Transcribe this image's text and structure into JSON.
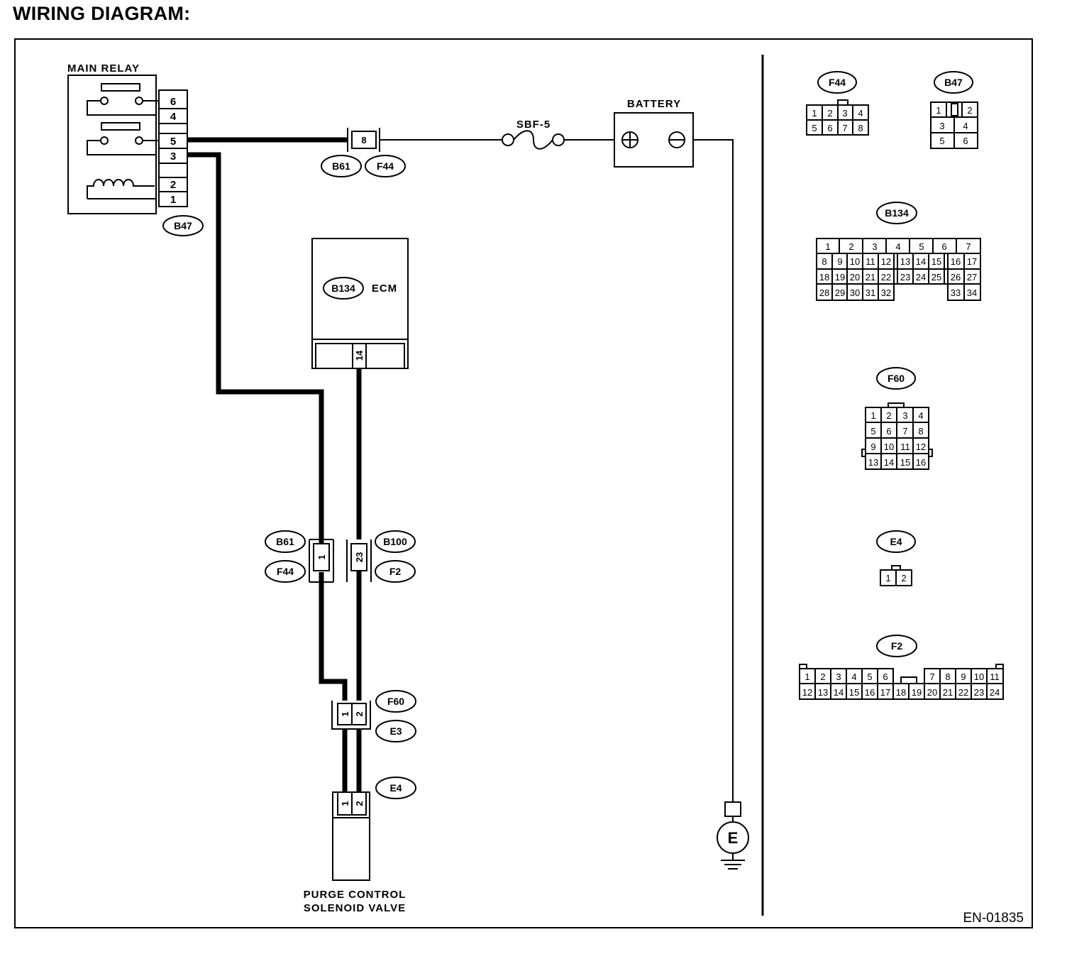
{
  "title": "WIRING DIAGRAM:",
  "figure_id": "EN-01835",
  "components": {
    "main_relay": {
      "label": "MAIN RELAY",
      "connector": "B47",
      "pins": [
        "6",
        "4",
        "5",
        "3",
        "2",
        "1"
      ]
    },
    "fuse": {
      "label": "SBF-5"
    },
    "battery": {
      "label": "BATTERY",
      "positive": "⊕",
      "negative": "⊖"
    },
    "ecm": {
      "label": "ECM",
      "connector": "B134",
      "pin": "14"
    },
    "valve": {
      "label_line1": "PURGE CONTROL",
      "label_line2": "SOLENOID VALVE",
      "connector": "E4",
      "pins": [
        "1",
        "2"
      ]
    },
    "ground": {
      "label": "E"
    }
  },
  "junctions": {
    "b61_f44_top": {
      "pin": "8",
      "labels": [
        "B61",
        "F44"
      ]
    },
    "b61_f44_mid": {
      "pin": "1",
      "labels": [
        "B61",
        "F44"
      ]
    },
    "b100_f2": {
      "pin": "23",
      "labels": [
        "B100",
        "F2"
      ]
    },
    "f60_e3": {
      "pins": [
        "1",
        "2"
      ],
      "labels": [
        "F60",
        "E3"
      ]
    }
  },
  "connector_views": {
    "F44": {
      "id": "F44",
      "rows": [
        [
          "1",
          "2",
          "3",
          "4"
        ],
        [
          "5",
          "6",
          "7",
          "8"
        ]
      ]
    },
    "B47": {
      "id": "B47",
      "rows": [
        [
          "1",
          "2"
        ],
        [
          "3",
          "4"
        ],
        [
          "5",
          "6"
        ]
      ]
    },
    "B134": {
      "id": "B134",
      "rows": [
        [
          "1",
          "2",
          "3",
          "4",
          "5",
          "6",
          "7"
        ],
        [
          "8",
          "9",
          "10",
          "11",
          "12",
          "13",
          "14",
          "15",
          "16",
          "17"
        ],
        [
          "18",
          "19",
          "20",
          "21",
          "22",
          "23",
          "24",
          "25",
          "26",
          "27"
        ],
        [
          "28",
          "29",
          "30",
          "31",
          "32",
          "33",
          "34"
        ]
      ]
    },
    "F60": {
      "id": "F60",
      "rows": [
        [
          "1",
          "2",
          "3",
          "4"
        ],
        [
          "5",
          "6",
          "7",
          "8"
        ],
        [
          "9",
          "10",
          "11",
          "12"
        ],
        [
          "13",
          "14",
          "15",
          "16"
        ]
      ]
    },
    "E4": {
      "id": "E4",
      "rows": [
        [
          "1",
          "2"
        ]
      ]
    },
    "F2": {
      "id": "F2",
      "rows": [
        [
          "1",
          "2",
          "3",
          "4",
          "5",
          "6",
          "7",
          "8",
          "9",
          "10",
          "11"
        ],
        [
          "12",
          "13",
          "14",
          "15",
          "16",
          "17",
          "18",
          "19",
          "20",
          "21",
          "22",
          "23",
          "24"
        ]
      ]
    }
  }
}
